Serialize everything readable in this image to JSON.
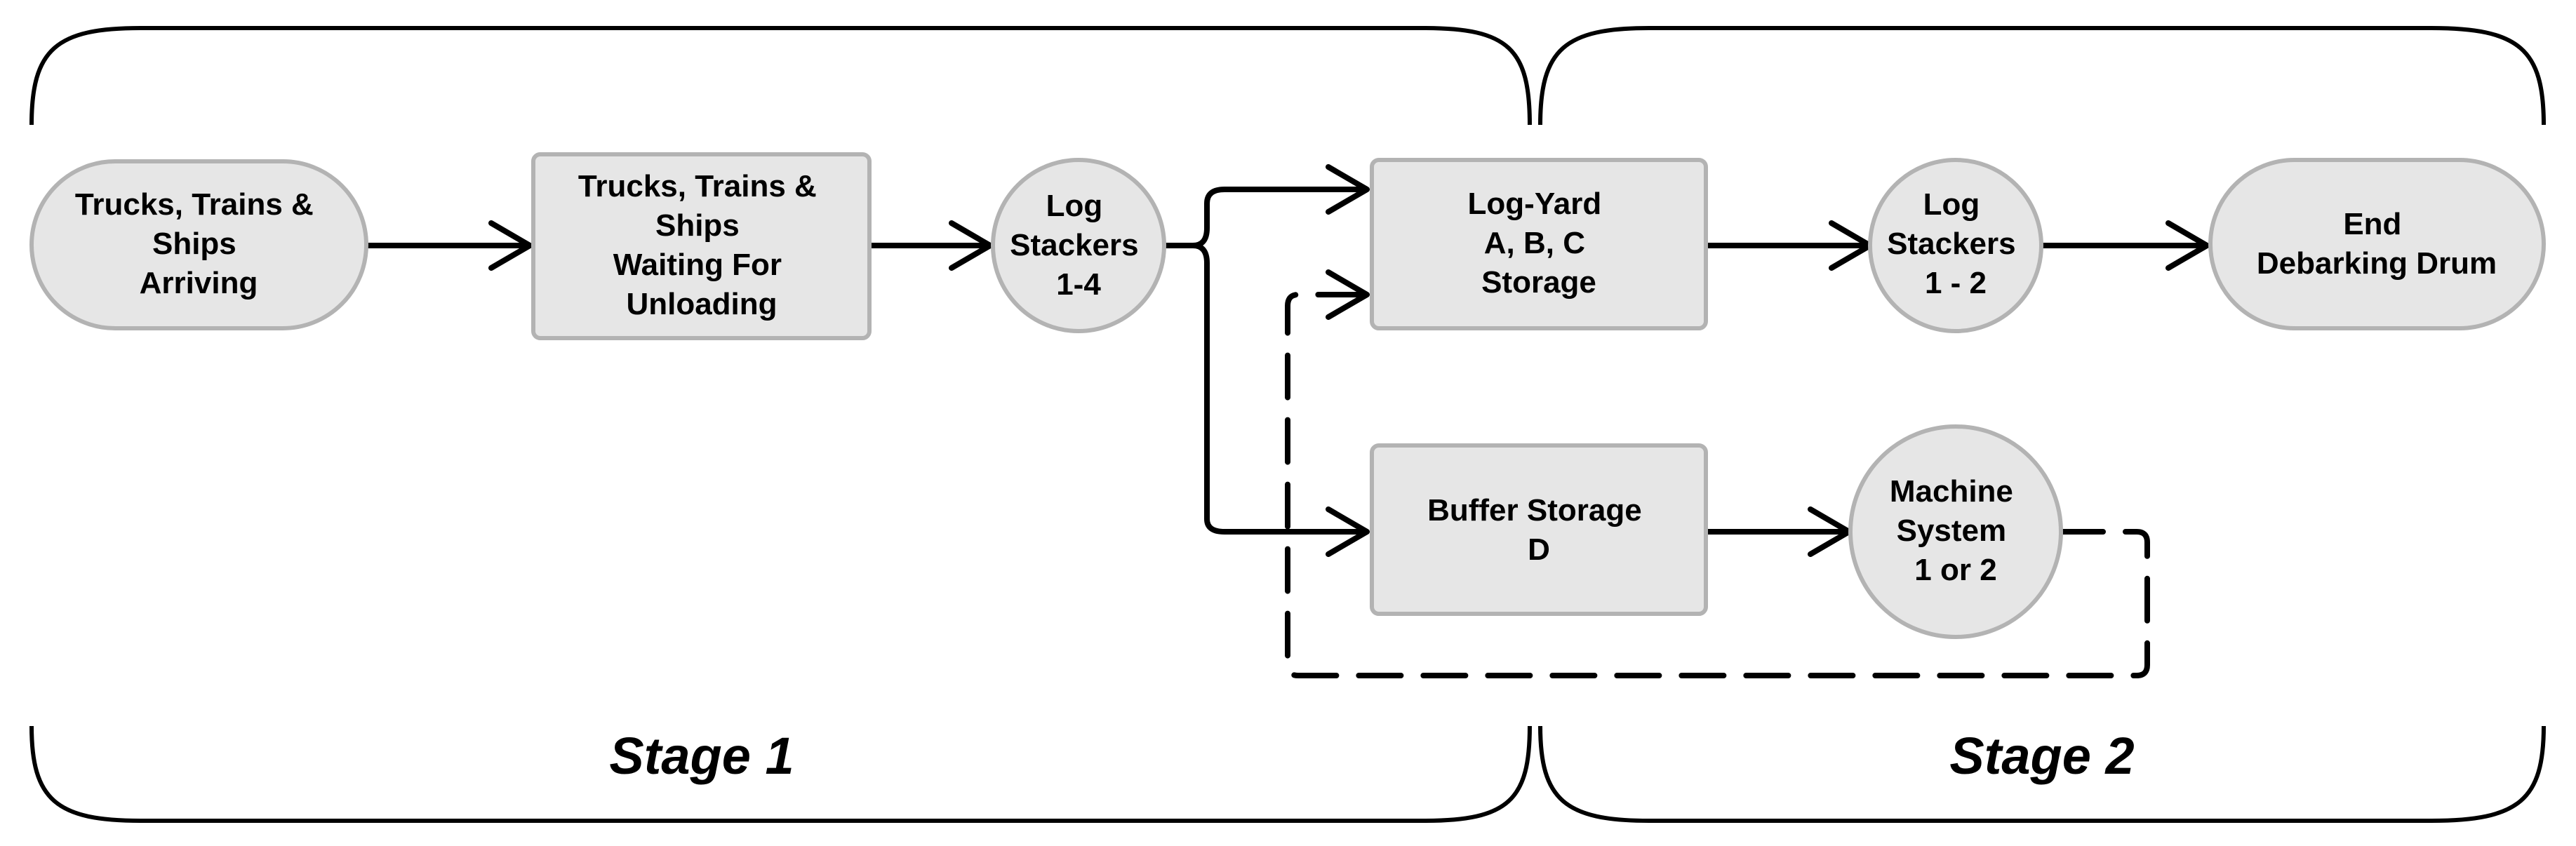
{
  "nodes": {
    "arriving": [
      "Trucks, Trains &",
      "Ships",
      "Arriving"
    ],
    "waiting": [
      "Trucks, Trains &",
      "Ships",
      "Waiting For",
      "Unloading"
    ],
    "stackers_stage1": [
      "Log",
      "Stackers",
      "1-4"
    ],
    "log_yard": [
      "Log-Yard",
      "A, B, C",
      "Storage"
    ],
    "buffer": [
      "Buffer Storage",
      "D"
    ],
    "stackers_stage2": [
      "Log",
      "Stackers",
      "1 - 2"
    ],
    "machine": [
      "Machine",
      "System",
      "1 or 2"
    ],
    "end": [
      "End",
      "Debarking Drum"
    ]
  },
  "stages": {
    "stage1": "Stage 1",
    "stage2": "Stage 2"
  },
  "colors": {
    "node_fill": "#e6e6e6",
    "node_stroke": "#b3b3b3",
    "edge": "#000000"
  }
}
